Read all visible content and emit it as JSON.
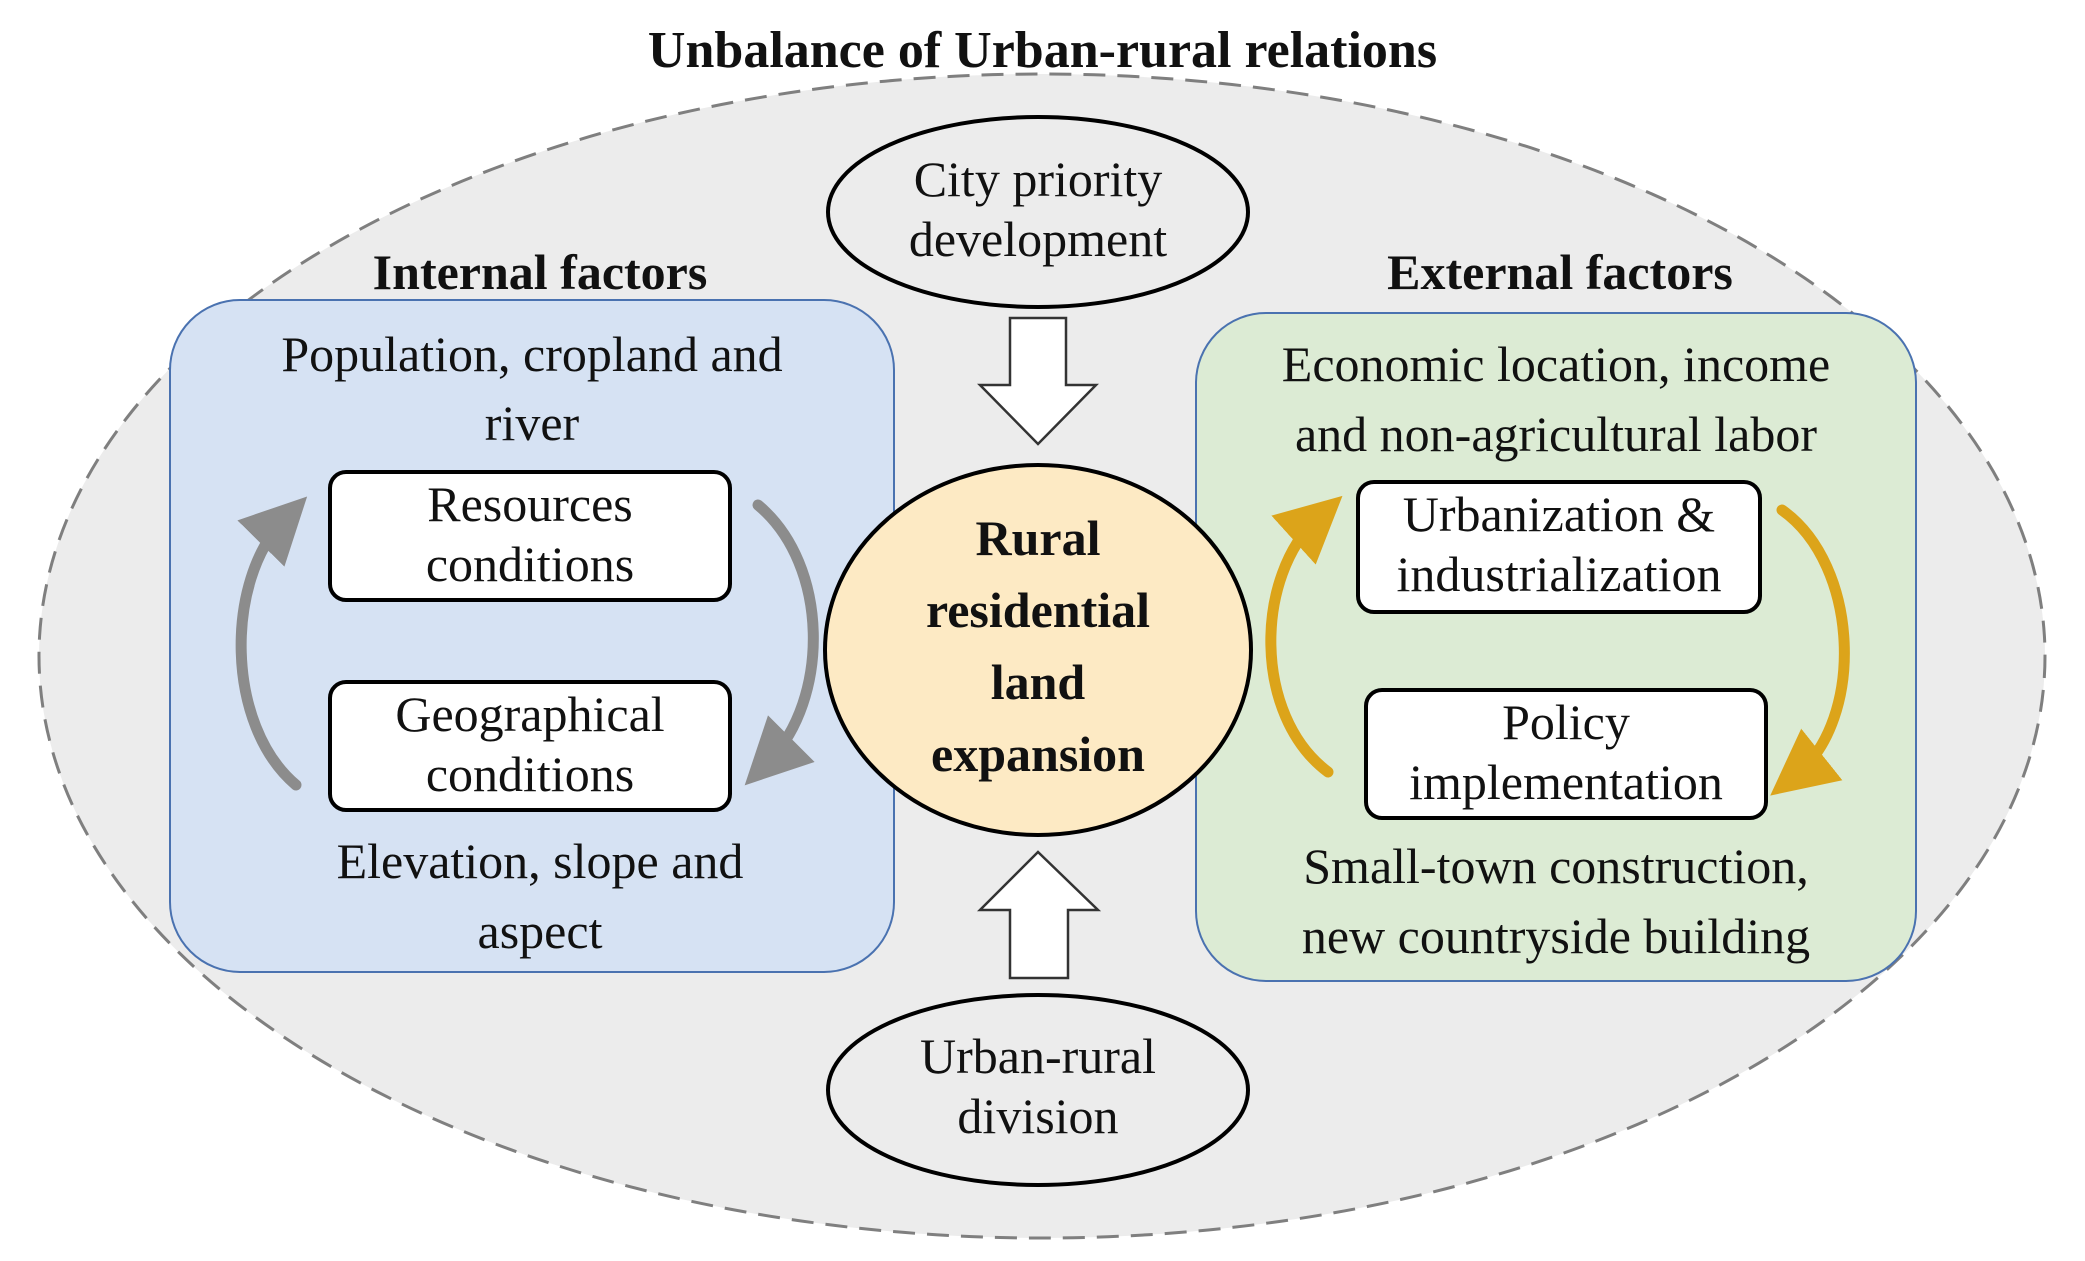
{
  "title": "Unbalance of Urban-rural relations",
  "center": {
    "line1": "Rural",
    "line2": "residential",
    "line3": "land",
    "line4": "expansion"
  },
  "top_node": {
    "line1": "City priority",
    "line2": "development"
  },
  "bottom_node": {
    "line1": "Urban-rural",
    "line2": "division"
  },
  "internal": {
    "heading": "Internal factors",
    "top_text_line1": "Population, cropland and",
    "top_text_line2": "river",
    "box1_line1": "Resources",
    "box1_line2": "conditions",
    "box2_line1": "Geographical",
    "box2_line2": "conditions",
    "bottom_text_line1": "Elevation, slope and",
    "bottom_text_line2": "aspect"
  },
  "external": {
    "heading": "External factors",
    "top_text_line1": "Economic location, income",
    "top_text_line2": "and non-agricultural labor",
    "box1_line1": "Urbanization &",
    "box1_line2": "industrialization",
    "box2_line1": "Policy",
    "box2_line2": "implementation",
    "bottom_text_line1": "Small-town construction,",
    "bottom_text_line2": "new countryside building"
  },
  "colors": {
    "outer_fill": "#ececec",
    "outer_stroke": "#7f7f7f",
    "internal_fill": "#d6e2f3",
    "internal_stroke": "#4a72b0",
    "external_fill": "#dcebd4",
    "external_stroke": "#4a72b0",
    "center_fill": "#fdeac4",
    "gray_arrow": "#8c8c8c",
    "gold_arrow": "#dca41a"
  }
}
